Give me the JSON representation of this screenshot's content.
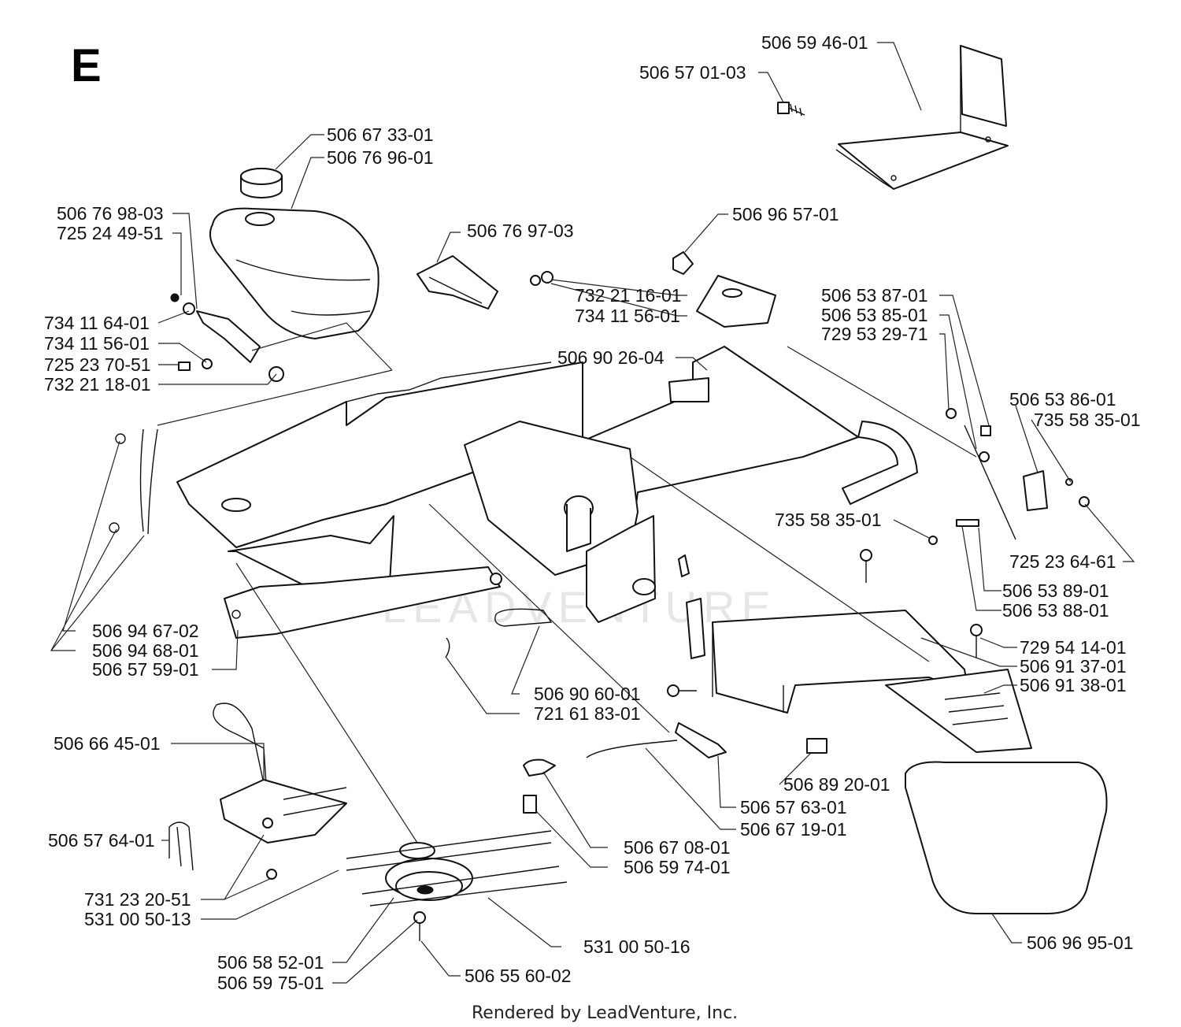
{
  "section_letter": "E",
  "watermark": "LEADVENTURE",
  "footer": "Rendered by LeadVenture, Inc.",
  "parts": [
    "506 59 46-01",
    "506 57 01-03",
    "506 67 33-01",
    "506 76 96-01",
    "506 76 98-03",
    "725 24 49-51",
    "506 76 97-03",
    "506 96 57-01",
    "732 21 16-01",
    "734 11 56-01",
    "734 11 64-01",
    "734 11 56-01",
    "725 23 70-51",
    "732 21 18-01",
    "506 53 87-01",
    "506 53 85-01",
    "729 53 29-71",
    "506 90 26-04",
    "506 53 86-01",
    "735 58 35-01",
    "735 58 35-01",
    "725 23 64-61",
    "506 53 89-01",
    "506 53 88-01",
    "506 94 67-02",
    "506 94 68-01",
    "506 57 59-01",
    "729 54 14-01",
    "506 91 37-01",
    "506 91 38-01",
    "506 90 60-01",
    "721 61 83-01",
    "506 66 45-01",
    "506 89 20-01",
    "506 57 63-01",
    "506 67 19-01",
    "506 57 64-01",
    "506 67 08-01",
    "506 59 74-01",
    "731 23 20-51",
    "531 00 50-13",
    "531 00 50-16",
    "506 96 95-01",
    "506 58 52-01",
    "506 59 75-01",
    "506 55 60-02"
  ]
}
